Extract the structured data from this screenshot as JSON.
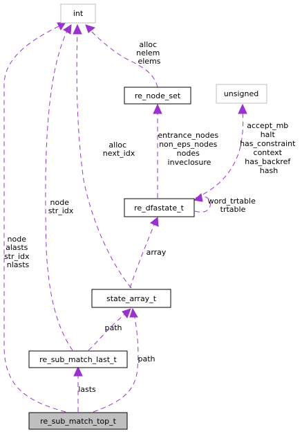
{
  "nodes": {
    "int": "int",
    "unsigned": "unsigned",
    "re_node_set": "re_node_set",
    "re_dfastate_t": "re_dfastate_t",
    "state_array_t": "state_array_t",
    "re_sub_match_last_t": "re_sub_match_last_t",
    "re_sub_match_top_t": "re_sub_match_top_t"
  },
  "edge_labels": {
    "node_set_to_int": [
      "alloc",
      "nelem",
      "elems"
    ],
    "state_array_to_int": [
      "alloc",
      "next_idx"
    ],
    "node_set_to_dfastate": [
      "entrance_nodes",
      "non_eps_nodes",
      "nodes",
      "inveclosure"
    ],
    "unsigned_to_dfastate": [
      "accept_mb",
      "halt",
      "has_constraint",
      "context",
      "has_backref",
      "hash"
    ],
    "dfastate_self": [
      "word_trtable",
      "trtable"
    ],
    "last_to_int": [
      "node",
      "str_idx"
    ],
    "top_to_int": [
      "node",
      "alasts",
      "str_idx",
      "nlasts"
    ],
    "dfastate_to_state_array": [
      "array"
    ],
    "state_array_to_last": [
      "path"
    ],
    "state_array_to_top": [
      "path"
    ],
    "last_to_top": [
      "lasts"
    ]
  }
}
